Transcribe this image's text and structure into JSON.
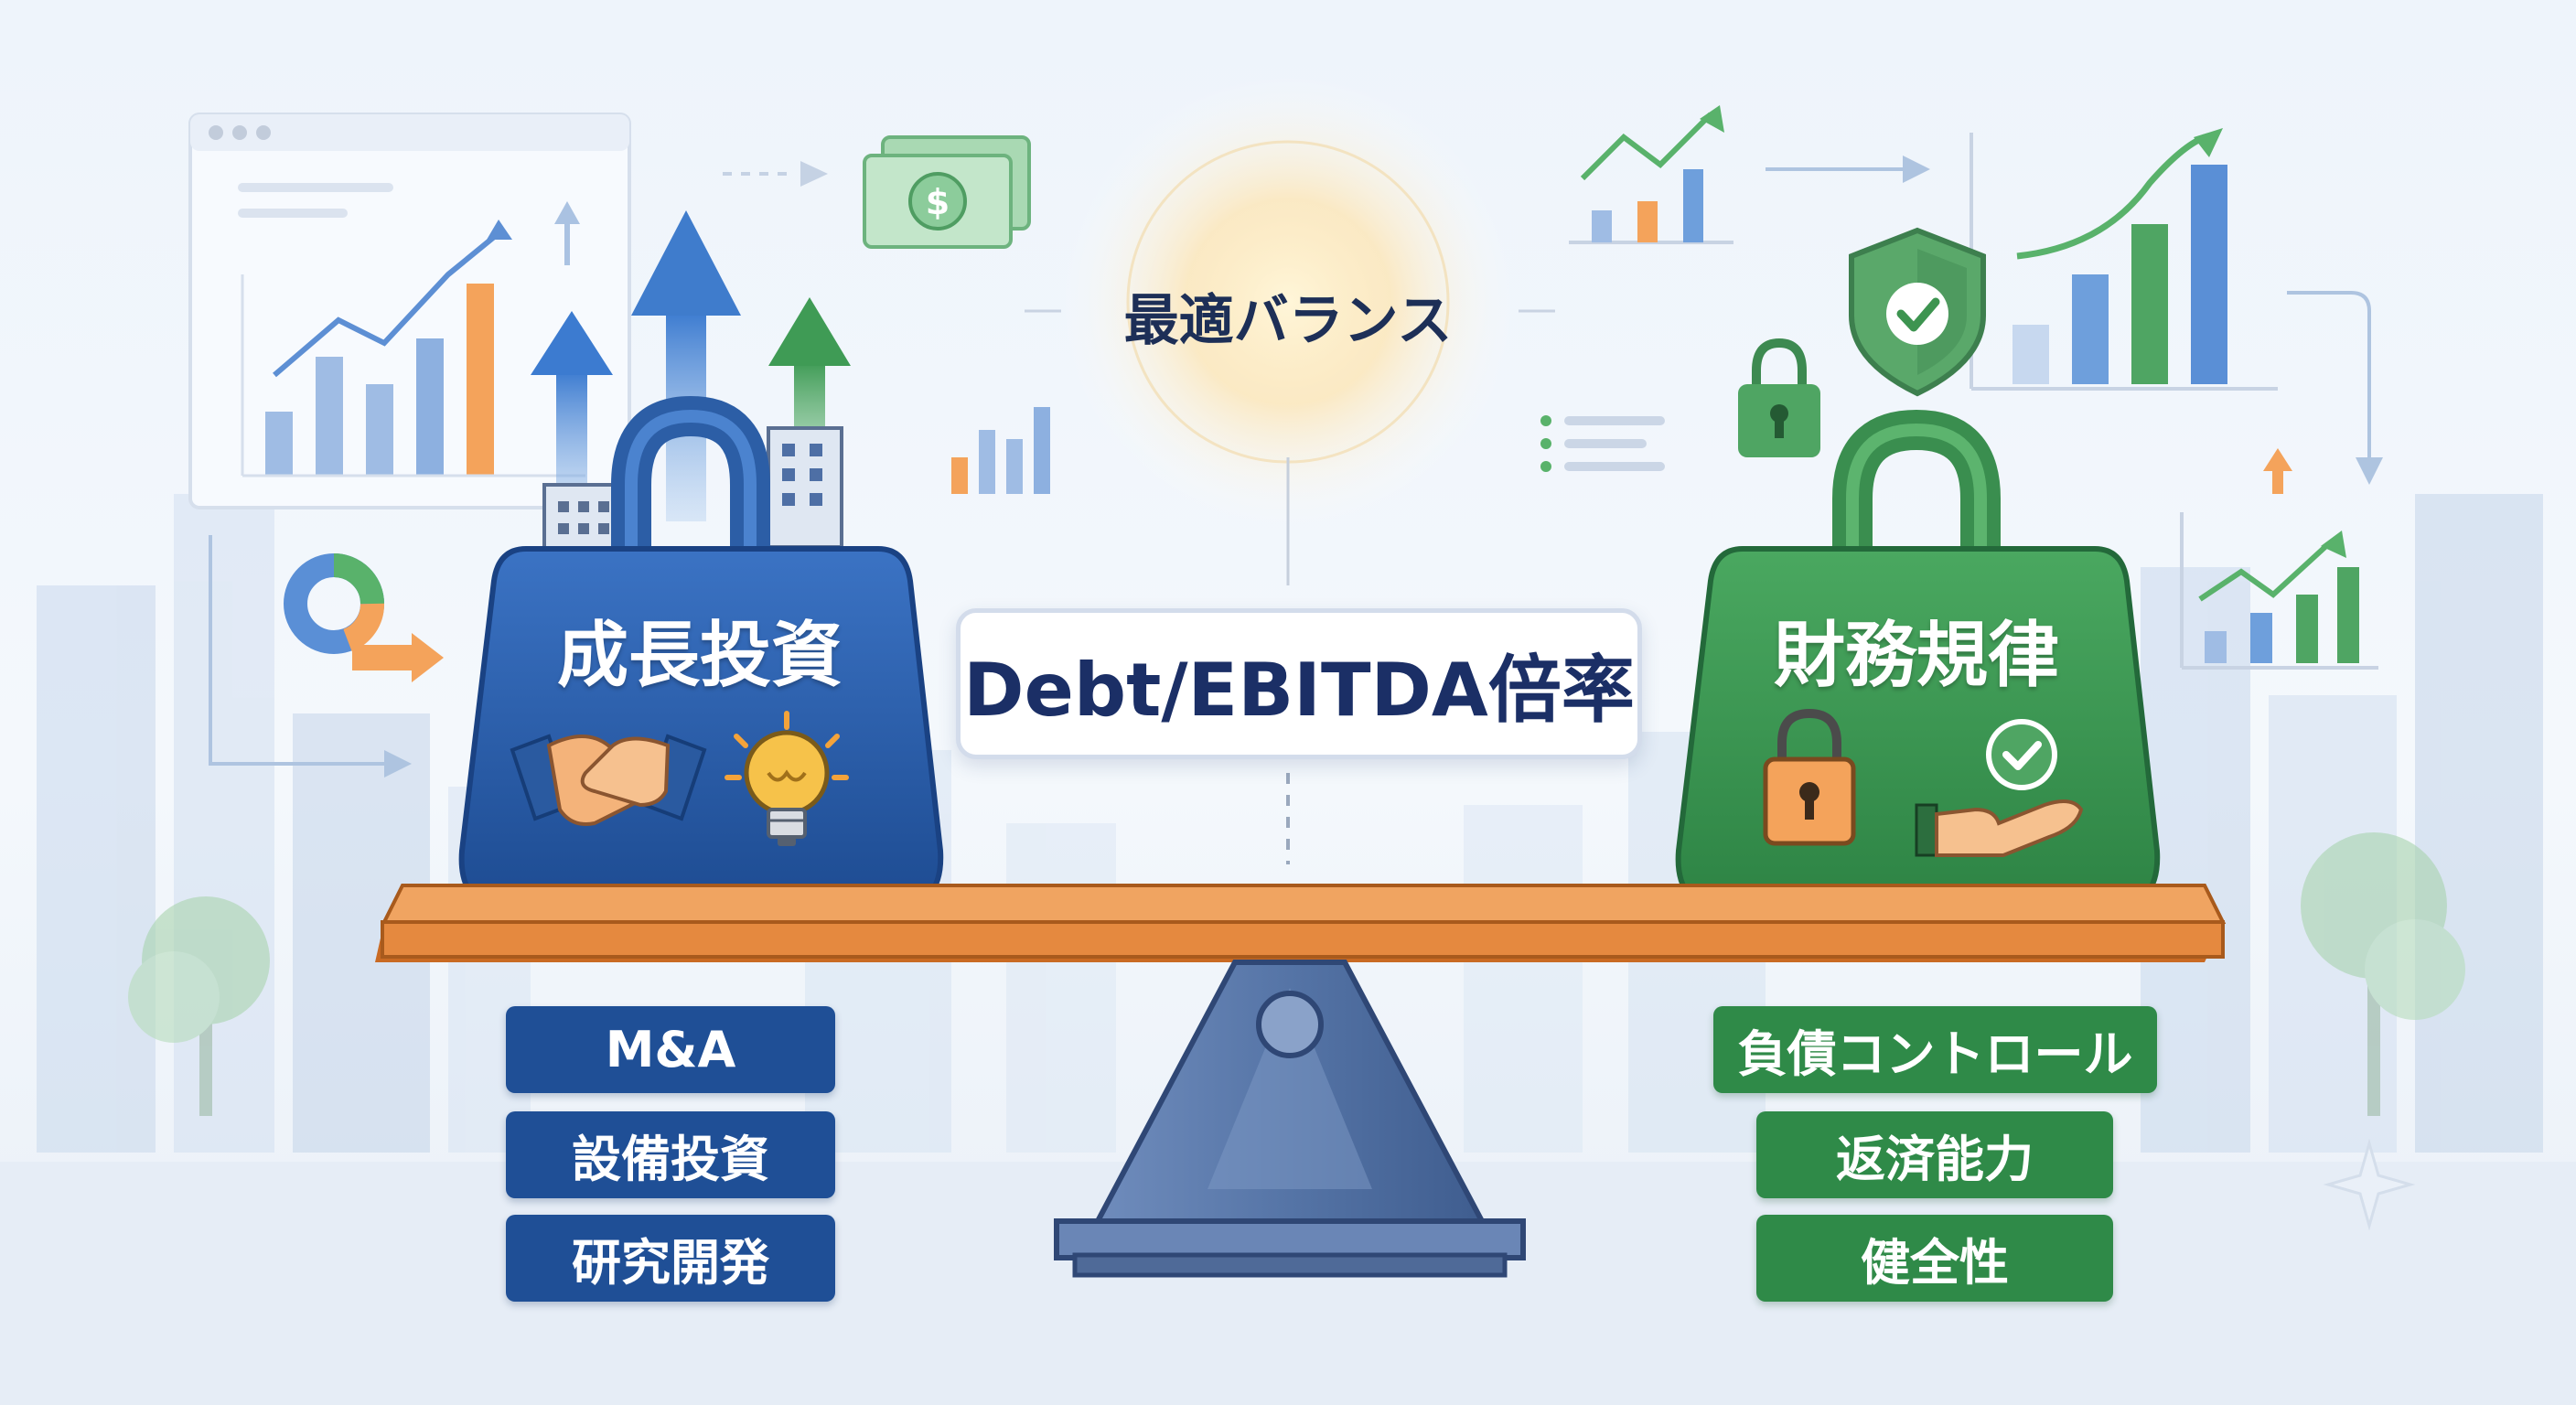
{
  "balance_label": "最適バランス",
  "center_metric": "Debt/EBITDA倍率",
  "left": {
    "title": "成長投資",
    "items": [
      "M&A",
      "設備投資",
      "研究開発"
    ]
  },
  "right": {
    "title": "財務規律",
    "items": [
      "負債コントロール",
      "返済能力",
      "健全性"
    ]
  },
  "colors": {
    "blue": "#1f4f96",
    "blue_light": "#3f7ccc",
    "green": "#2f8a48",
    "green_light": "#4fb062",
    "beam": "#e68a3c",
    "fulcrum": "#5b78a8",
    "orange": "#f39b3a"
  },
  "icons": [
    "handshake-icon",
    "lightbulb-icon",
    "padlock-icon",
    "hand-check-icon",
    "shield-check-icon",
    "dollar-bill-icon",
    "growth-chart-icon",
    "arrow-up-icon",
    "building-icon"
  ]
}
